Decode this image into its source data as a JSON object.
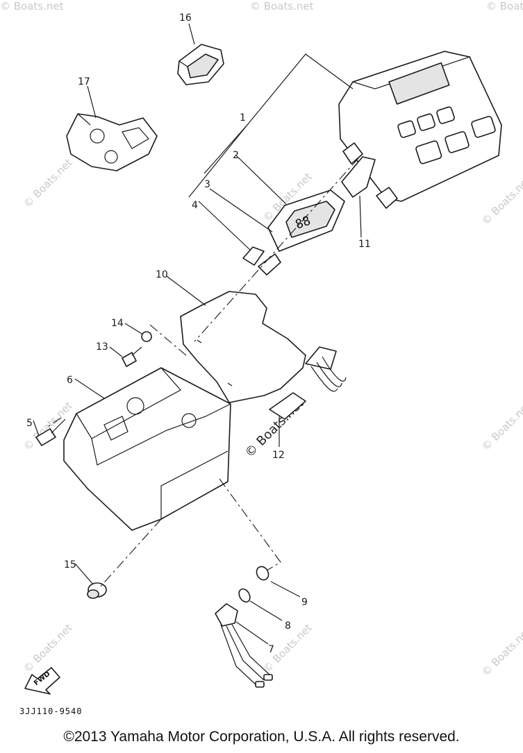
{
  "watermark_text": "© Boats.net",
  "callouts": {
    "p1": "1",
    "p2": "2",
    "p3": "3",
    "p4": "4",
    "p5": "5",
    "p6": "6",
    "p7": "7",
    "p8": "8",
    "p9": "9",
    "p10": "10",
    "p11": "11",
    "p12": "12",
    "p13": "13",
    "p14": "14",
    "p15": "15",
    "p16": "16",
    "p17": "17"
  },
  "fwd_label": "FWD",
  "diagram_code": "3JJ110-9540",
  "copyright": "©2013 Yamaha Motor Corporation, U.S.A. All rights reserved."
}
